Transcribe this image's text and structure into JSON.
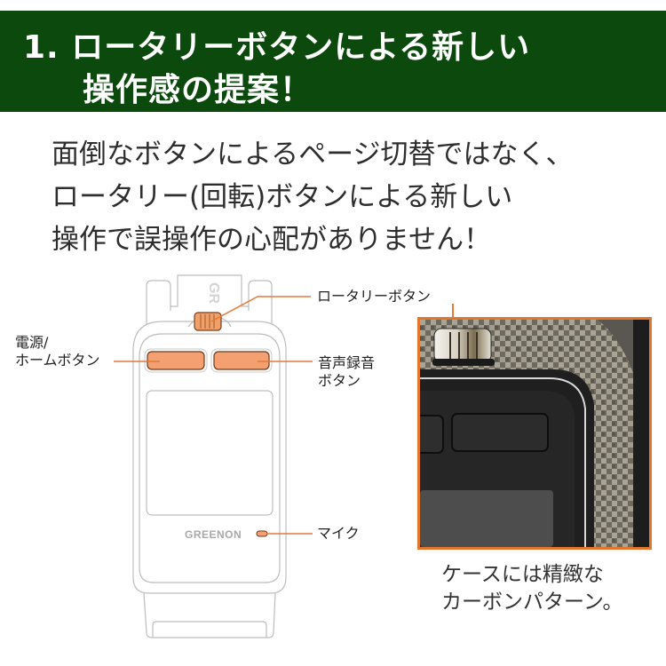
{
  "header": {
    "line1": "1. ロータリーボタンによる新しい",
    "line2": "操作感の提案！",
    "bg_color": "#0b4a0c"
  },
  "intro": {
    "lines": [
      "面倒なボタンによるページ切替ではなく、",
      "ロータリー(回転)ボタンによる新しい",
      "操作で誤操作の心配がありません！"
    ]
  },
  "diagram": {
    "brand": "GREENON",
    "strap_mark": "GR",
    "accent_color": "#f4a071",
    "labels": {
      "rotary": "ロータリーボタン",
      "power_line1": "電源/",
      "power_line2": "ホームボタン",
      "record_line1": "音声録音",
      "record_line2": "ボタン",
      "mic": "マイク"
    }
  },
  "photo": {
    "caption_line1": "ケースには精緻な",
    "caption_line2": "カーボンパターン。",
    "border_color": "#e2762c"
  }
}
